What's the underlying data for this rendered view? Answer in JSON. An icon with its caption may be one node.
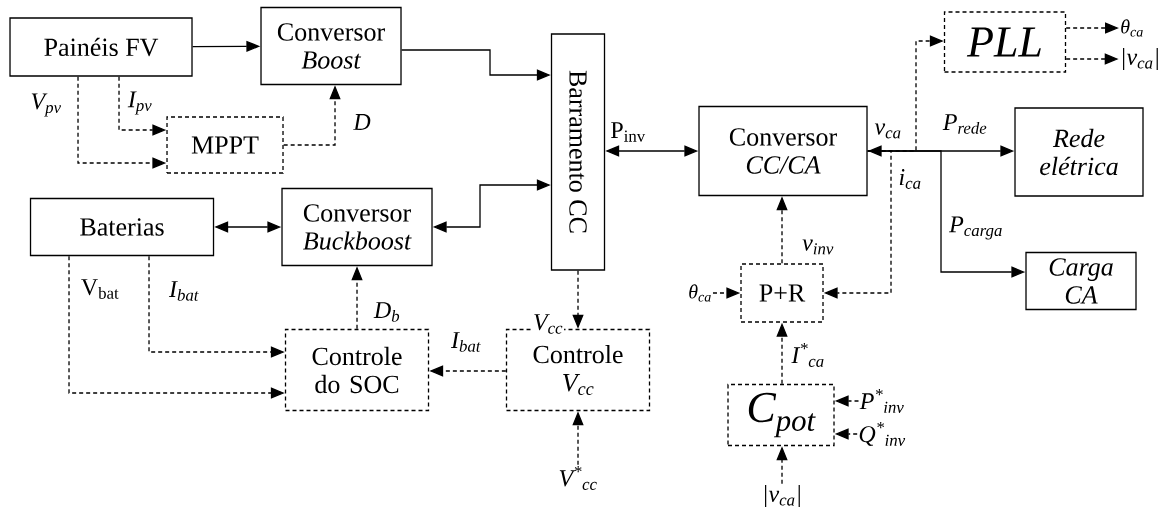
{
  "diagram": {
    "nodes": [
      {
        "text": [
          "Painéis FV"
        ]
      },
      {
        "text": [
          "Conversor",
          "Boost"
        ]
      },
      {
        "text": [
          "MPPT"
        ]
      },
      {
        "text": [
          "Baterias"
        ]
      },
      {
        "text": [
          "Conversor",
          "Buckboost"
        ]
      },
      {
        "text": [
          "Barramento CC"
        ]
      },
      {
        "text": [
          "Controle do SOC"
        ]
      },
      {
        "text": [
          "Controle",
          "V$_{cc}$"
        ]
      },
      {
        "text": [
          "Conversor",
          "CC/CA"
        ]
      },
      {
        "text": [
          "PLL"
        ]
      },
      {
        "text": [
          "Rede elétrica"
        ]
      },
      {
        "text": [
          "Carga CA"
        ]
      },
      {
        "text": [
          "P+R"
        ]
      },
      {
        "text": [
          "C$_{pot}$"
        ]
      },
      {
        "text": [
          "θ$_{ca}$"
        ]
      },
      {
        "text": [
          "|v$_{ca}$|"
        ]
      },
      {
        "text": [
          "θ$_{ca}$"
        ]
      },
      {
        "text": [
          "V$^{*}$$_{cc}$"
        ]
      },
      {
        "text": [
          "P$^{*}$$_{inv}$"
        ]
      },
      {
        "text": [
          "Q$^{*}$$_{inv}$"
        ]
      },
      {
        "text": [
          "|v$_{ca}$|"
        ]
      }
    ],
    "edges": [
      {
        "from": 0,
        "to": 1,
        "arrow": "to"
      },
      {
        "from": 0,
        "to": 2,
        "arrow": "to",
        "style": "dashed",
        "label": "I$_{pv}$"
      },
      {
        "from": 0,
        "to": 2,
        "arrow": "to",
        "style": "dashed",
        "label": "V$_{pv}$"
      },
      {
        "from": 2,
        "to": 1,
        "arrow": "to",
        "style": "dashed",
        "label": "D"
      },
      {
        "from": 1,
        "to": 5,
        "arrow": "to"
      },
      {
        "from": 3,
        "to": 4,
        "arrow": "both"
      },
      {
        "from": 5,
        "to": 4,
        "arrow": "both"
      },
      {
        "from": 6,
        "to": 4,
        "arrow": "to",
        "style": "dashed",
        "label": "D$_{b}$"
      },
      {
        "from": 3,
        "to": 6,
        "arrow": "to",
        "style": "dashed",
        "label": "I$_{bat}$"
      },
      {
        "from": 3,
        "to": 6,
        "arrow": "to",
        "style": "dashed",
        "label": "V$_{bat}$"
      },
      {
        "from": 7,
        "to": 6,
        "arrow": "to",
        "style": "dashed",
        "label": "I$_{bat}$"
      },
      {
        "from": 5,
        "to": 7,
        "arrow": "to",
        "style": "dashed",
        "label": "V$_{cc}$"
      },
      {
        "from": 17,
        "to": 7,
        "arrow": "to",
        "style": "dashed"
      },
      {
        "from": 5,
        "to": 8,
        "arrow": "both",
        "label": "P$_{inv}$"
      },
      {
        "from": 8,
        "to": 10,
        "arrow": "both",
        "label": "P$_{rede}$"
      },
      {
        "from": 8,
        "to": 11,
        "arrow": "to",
        "label": "P$_{carga}$"
      },
      {
        "from": 8,
        "to": 9,
        "arrow": "to",
        "style": "dashed",
        "label": "v$_{ca}$"
      },
      {
        "from": 8,
        "to": 12,
        "arrow": "to",
        "style": "dashed",
        "label": "i$_{ca}$"
      },
      {
        "from": 9,
        "to": 14,
        "arrow": "to",
        "style": "dashed"
      },
      {
        "from": 9,
        "to": 15,
        "arrow": "to",
        "style": "dashed"
      },
      {
        "from": 12,
        "to": 8,
        "arrow": "to",
        "style": "dashed",
        "label": "v$_{inv}$"
      },
      {
        "from": 16,
        "to": 12,
        "arrow": "to",
        "style": "dashed"
      },
      {
        "from": 13,
        "to": 12,
        "arrow": "to",
        "style": "dashed",
        "label": "I$^{*}$$_{ca}$"
      },
      {
        "from": 18,
        "to": 13,
        "arrow": "to",
        "style": "dashed"
      },
      {
        "from": 19,
        "to": 13,
        "arrow": "to",
        "style": "dashed"
      },
      {
        "from": 20,
        "to": 13,
        "arrow": "to",
        "style": "dashed"
      }
    ]
  }
}
